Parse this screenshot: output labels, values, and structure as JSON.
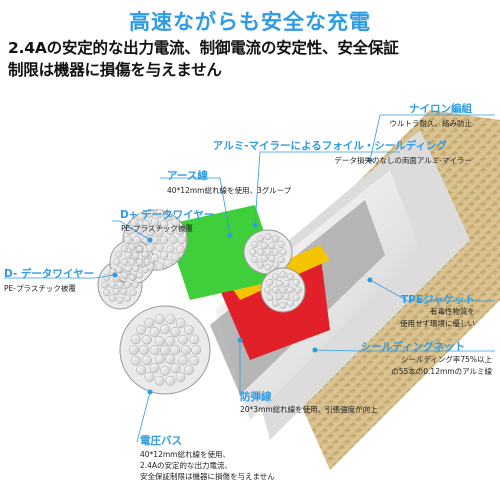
{
  "header": {
    "headline": "高速ながらも安全な充電",
    "line1": "2.4Aの安定的な出力電流、制御電流の安定性、安全保証",
    "line2": "制限は機器に損傷を与えません"
  },
  "callouts": [
    {
      "id": "nylon",
      "title": "ナイロン編組",
      "desc": "ウルトラ耐久、絡み防止"
    },
    {
      "id": "foil",
      "title": "アルミ-マイラーによるフォイル・シールディング",
      "desc": "データ損失のなしの両面アルミ-マイラー"
    },
    {
      "id": "earth",
      "title": "アース線",
      "desc": "40*12mm総れ線を使用、3グループ"
    },
    {
      "id": "dplus",
      "title": "D+ データワイヤー",
      "desc": "PE-プラスチック被覆"
    },
    {
      "id": "dminus",
      "title": "D- データワイヤー",
      "desc": "PE-プラスチック被覆"
    },
    {
      "id": "tpe",
      "title": "TPEジャケット",
      "desc1": "有毒性物質を",
      "desc2": "使用せず環境に優しい"
    },
    {
      "id": "shield",
      "title": "シールディングネット",
      "desc1": "シールディング率75%以上",
      "desc2": "の55本の0.12mmのアルミ線"
    },
    {
      "id": "bullet",
      "title": "防弾線",
      "desc": "20*3mm総れ線を使用、引張強度が向上"
    },
    {
      "id": "power",
      "title": "電圧バス",
      "desc1": "40*12mm総れ線を使用、",
      "desc2": "2.4Aの安定的な出力電流、",
      "desc3": "安全保証制限は機器に損傷を与えません"
    }
  ],
  "colors": {
    "accent": "#2f9be4",
    "green": "#3ecf3a",
    "red": "#e2202a",
    "yellow": "#f5c400",
    "jacket": "#e9e9e9",
    "braid": "#cdb27a"
  }
}
